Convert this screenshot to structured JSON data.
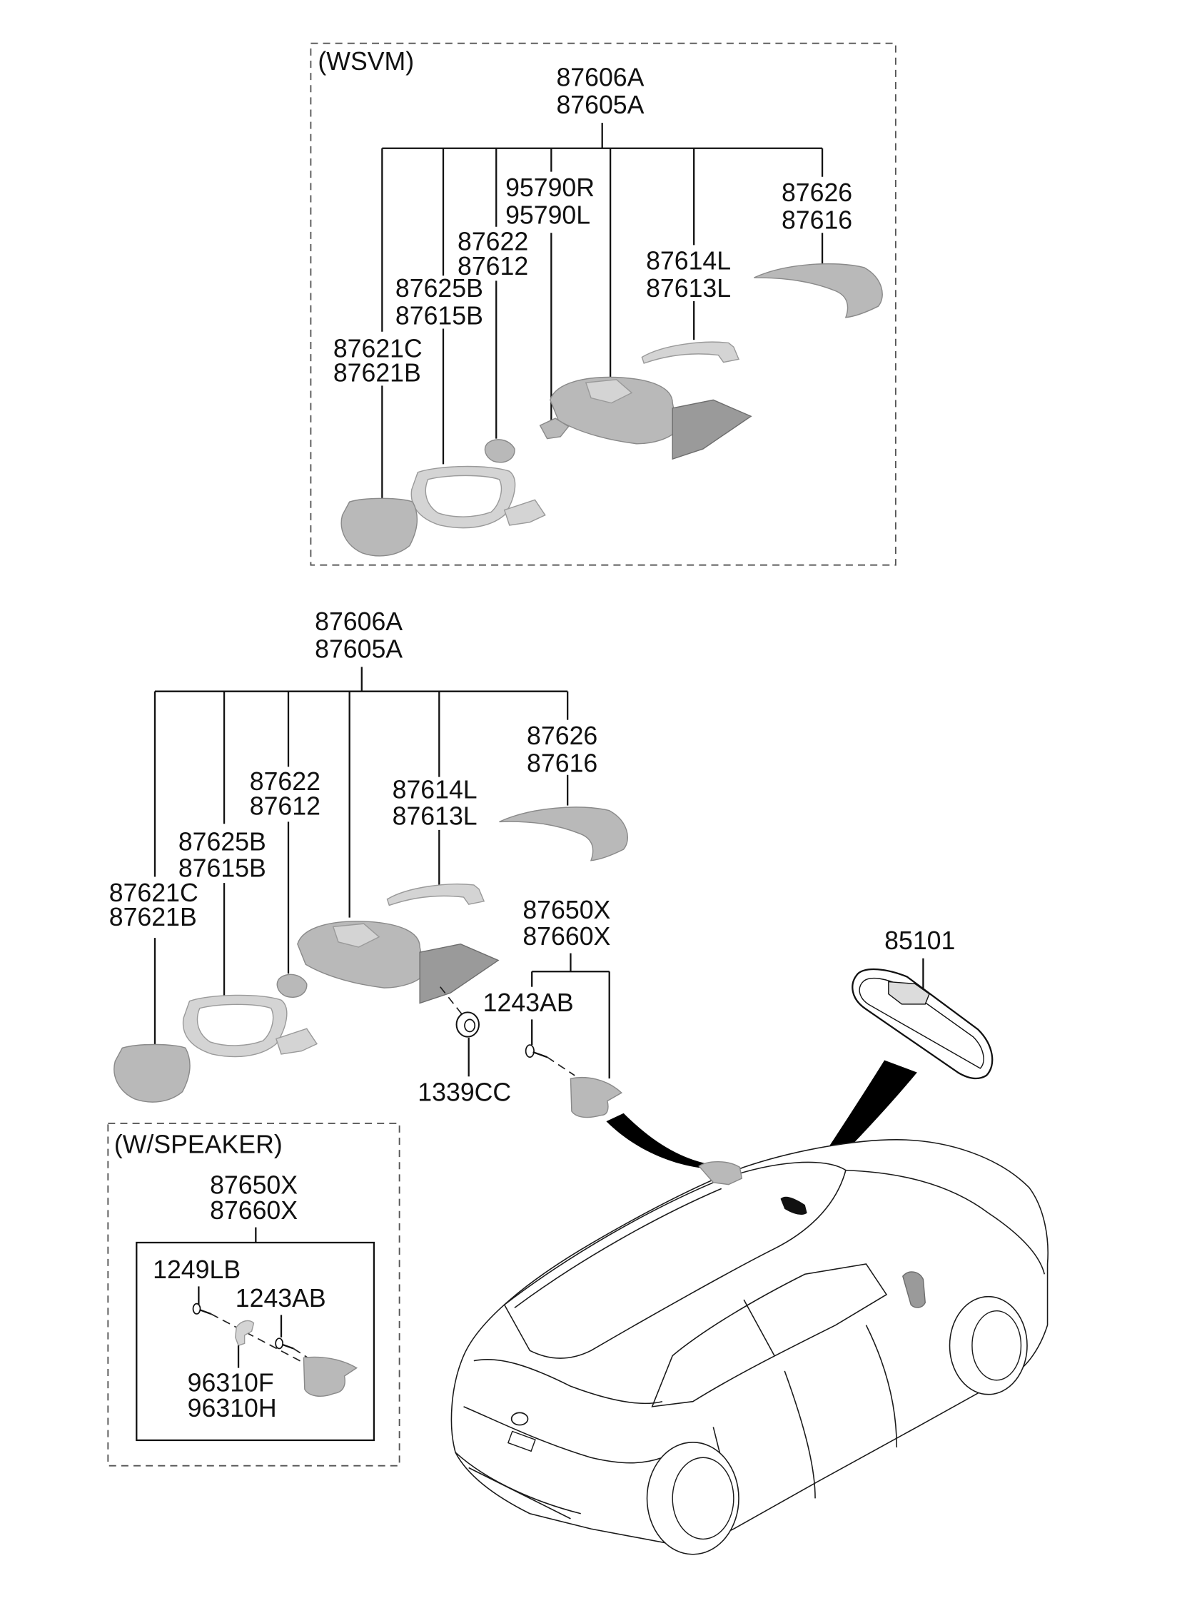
{
  "diagram": {
    "wsvm_group": {
      "title": "(WSVM)",
      "assembly": [
        "87606A",
        "87605A"
      ],
      "parts": [
        {
          "id": "mirror-glass",
          "numbers": [
            "87621C",
            "87621B"
          ]
        },
        {
          "id": "housing-frame",
          "numbers": [
            "87625B",
            "87615B"
          ]
        },
        {
          "id": "actuator",
          "numbers": [
            "87622",
            "87612"
          ]
        },
        {
          "id": "camera",
          "numbers": [
            "95790R",
            "95790L"
          ]
        },
        {
          "id": "mirror-body",
          "numbers": []
        },
        {
          "id": "side-repeater",
          "numbers": [
            "87614L",
            "87613L"
          ]
        },
        {
          "id": "scalp-cover",
          "numbers": [
            "87626",
            "87616"
          ]
        }
      ]
    },
    "standard_group": {
      "assembly": [
        "87606A",
        "87605A"
      ],
      "parts": [
        {
          "id": "mirror-glass",
          "numbers": [
            "87621C",
            "87621B"
          ]
        },
        {
          "id": "housing-frame",
          "numbers": [
            "87625B",
            "87615B"
          ]
        },
        {
          "id": "actuator",
          "numbers": [
            "87622",
            "87612"
          ]
        },
        {
          "id": "mirror-body",
          "numbers": []
        },
        {
          "id": "side-repeater",
          "numbers": [
            "87614L",
            "87613L"
          ]
        },
        {
          "id": "scalp-cover",
          "numbers": [
            "87626",
            "87616"
          ]
        }
      ],
      "nut": "1339CC"
    },
    "delta_cover": {
      "numbers": [
        "87650X",
        "87660X"
      ],
      "screw": "1243AB"
    },
    "speaker_group": {
      "title": "(W/SPEAKER)",
      "assembly": [
        "87650X",
        "87660X"
      ],
      "screw_1": "1249LB",
      "screw_2": "1243AB",
      "tweeter": [
        "96310F",
        "96310H"
      ]
    },
    "inside_mirror": {
      "number": "85101"
    }
  }
}
